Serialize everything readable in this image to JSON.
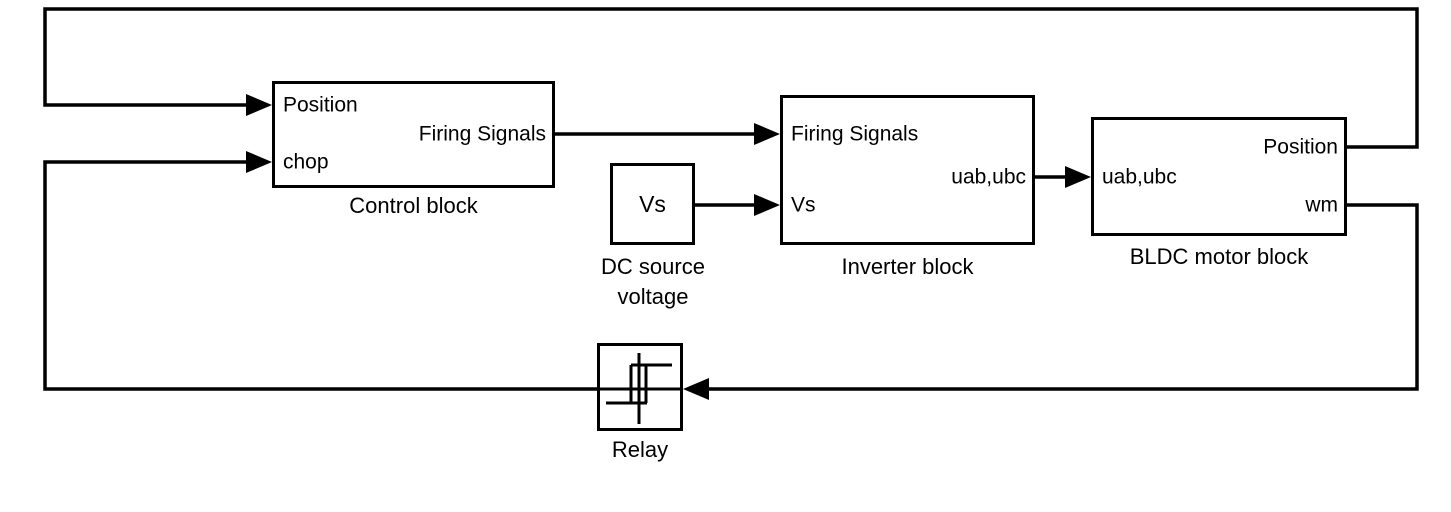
{
  "colors": {
    "line": "#000000",
    "background": "#ffffff",
    "block_fill": "#ffffff",
    "text": "#000000"
  },
  "blocks": {
    "control": {
      "name": "Control block",
      "port_in1": "Position",
      "port_in2": "chop",
      "port_out1": "Firing Signals"
    },
    "dc_source": {
      "content": "Vs",
      "name_line1": "DC source",
      "name_line2": "voltage"
    },
    "inverter": {
      "name": "Inverter block",
      "port_in1": "Firing Signals",
      "port_in2": "Vs",
      "port_out1": "uab,ubc"
    },
    "bldc": {
      "name": "BLDC motor block",
      "port_in1": "uab,ubc",
      "port_out1": "Position",
      "port_out2": "wm"
    },
    "relay": {
      "name": "Relay",
      "icon": "relay-hysteresis-icon"
    }
  },
  "connections": [
    {
      "signal": "Firing Signals",
      "from": "Control block",
      "to": "Inverter block"
    },
    {
      "signal": "Vs",
      "from": "DC source voltage",
      "to": "Inverter block"
    },
    {
      "signal": "uab,ubc",
      "from": "Inverter block",
      "to": "BLDC motor block"
    },
    {
      "signal": "Position",
      "from": "BLDC motor block",
      "to": "Control block"
    },
    {
      "signal": "wm",
      "from": "BLDC motor block",
      "to": "Relay"
    },
    {
      "signal": "chop",
      "from": "Relay",
      "to": "Control block"
    }
  ]
}
